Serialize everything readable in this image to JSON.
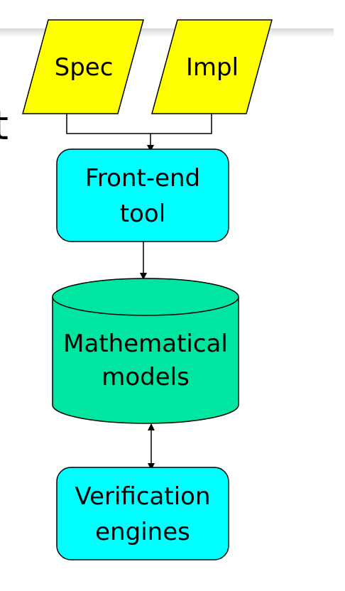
{
  "diagram": {
    "partial_left_text": "t",
    "nodes": {
      "spec": {
        "label": "Spec",
        "fill": "#ffff00"
      },
      "impl": {
        "label": "Impl",
        "fill": "#ffff00"
      },
      "frontend": {
        "line1": "Front-end",
        "line2": "tool",
        "fill": "#00ffff"
      },
      "models": {
        "line1": "Mathematical",
        "line2": "models",
        "fill": "#00e5a0"
      },
      "engines": {
        "line1": "Verification",
        "line2": "engines",
        "fill": "#00ffff"
      }
    }
  }
}
